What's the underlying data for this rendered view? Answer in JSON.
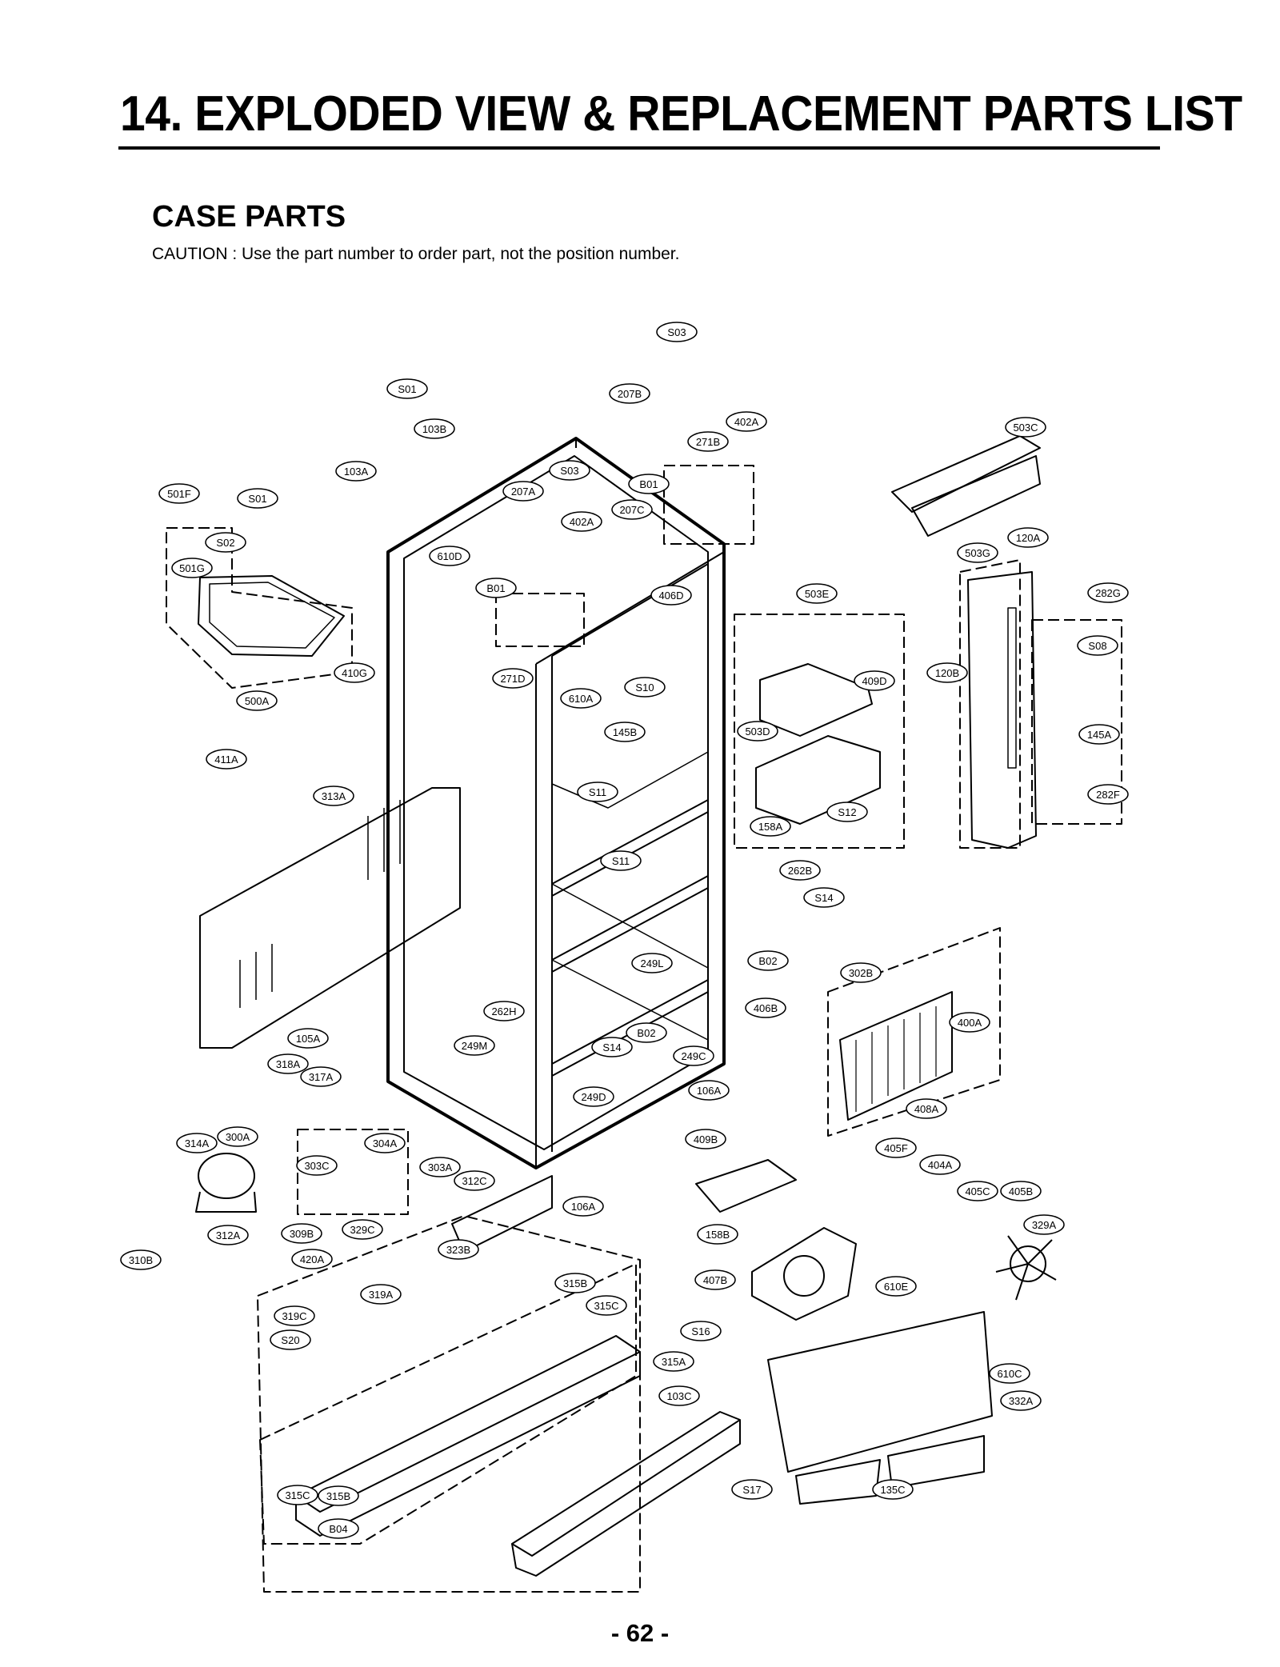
{
  "header": {
    "title": "14. EXPLODED VIEW & REPLACEMENT PARTS LIST",
    "section": "CASE PARTS",
    "caution": "CAUTION : Use the part number to order part, not the position number."
  },
  "callouts": [
    {
      "label": "S03"
    },
    {
      "label": "S01"
    },
    {
      "label": "207B"
    },
    {
      "label": "402A"
    },
    {
      "label": "103B"
    },
    {
      "label": "503C"
    },
    {
      "label": "271B"
    },
    {
      "label": "103A"
    },
    {
      "label": "S03"
    },
    {
      "label": "B01"
    },
    {
      "label": "501F"
    },
    {
      "label": "S01"
    },
    {
      "label": "207A"
    },
    {
      "label": "207C"
    },
    {
      "label": "402A"
    },
    {
      "label": "120A"
    },
    {
      "label": "S02"
    },
    {
      "label": "503G"
    },
    {
      "label": "610D"
    },
    {
      "label": "501G"
    },
    {
      "label": "B01"
    },
    {
      "label": "406D"
    },
    {
      "label": "503E"
    },
    {
      "label": "282G"
    },
    {
      "label": "S08"
    },
    {
      "label": "410G"
    },
    {
      "label": "271D"
    },
    {
      "label": "S10"
    },
    {
      "label": "120B"
    },
    {
      "label": "409D"
    },
    {
      "label": "500A"
    },
    {
      "label": "610A"
    },
    {
      "label": "145B"
    },
    {
      "label": "503D"
    },
    {
      "label": "145A"
    },
    {
      "label": "411A"
    },
    {
      "label": "313A"
    },
    {
      "label": "S11"
    },
    {
      "label": "282F"
    },
    {
      "label": "S12"
    },
    {
      "label": "158A"
    },
    {
      "label": "S11"
    },
    {
      "label": "262B"
    },
    {
      "label": "S14"
    },
    {
      "label": "B02"
    },
    {
      "label": "249L"
    },
    {
      "label": "302B"
    },
    {
      "label": "262H"
    },
    {
      "label": "406B"
    },
    {
      "label": "400A"
    },
    {
      "label": "B02"
    },
    {
      "label": "105A"
    },
    {
      "label": "249M"
    },
    {
      "label": "S14"
    },
    {
      "label": "249C"
    },
    {
      "label": "318A"
    },
    {
      "label": "317A"
    },
    {
      "label": "249D"
    },
    {
      "label": "106A"
    },
    {
      "label": "408A"
    },
    {
      "label": "314A"
    },
    {
      "label": "300A"
    },
    {
      "label": "304A"
    },
    {
      "label": "409B"
    },
    {
      "label": "405F"
    },
    {
      "label": "303C"
    },
    {
      "label": "303A"
    },
    {
      "label": "404A"
    },
    {
      "label": "312C"
    },
    {
      "label": "405C"
    },
    {
      "label": "405B"
    },
    {
      "label": "106A"
    },
    {
      "label": "329A"
    },
    {
      "label": "312A"
    },
    {
      "label": "309B"
    },
    {
      "label": "329C"
    },
    {
      "label": "158B"
    },
    {
      "label": "310B"
    },
    {
      "label": "323B"
    },
    {
      "label": "420A"
    },
    {
      "label": "407B"
    },
    {
      "label": "610E"
    },
    {
      "label": "315B"
    },
    {
      "label": "319A"
    },
    {
      "label": "315C"
    },
    {
      "label": "319C"
    },
    {
      "label": "S16"
    },
    {
      "label": "S20"
    },
    {
      "label": "315A"
    },
    {
      "label": "610C"
    },
    {
      "label": "103C"
    },
    {
      "label": "332A"
    },
    {
      "label": "315C"
    },
    {
      "label": "315B"
    },
    {
      "label": "S17"
    },
    {
      "label": "135C"
    },
    {
      "label": "B04"
    }
  ],
  "footer": {
    "page_number": "- 62 -"
  }
}
